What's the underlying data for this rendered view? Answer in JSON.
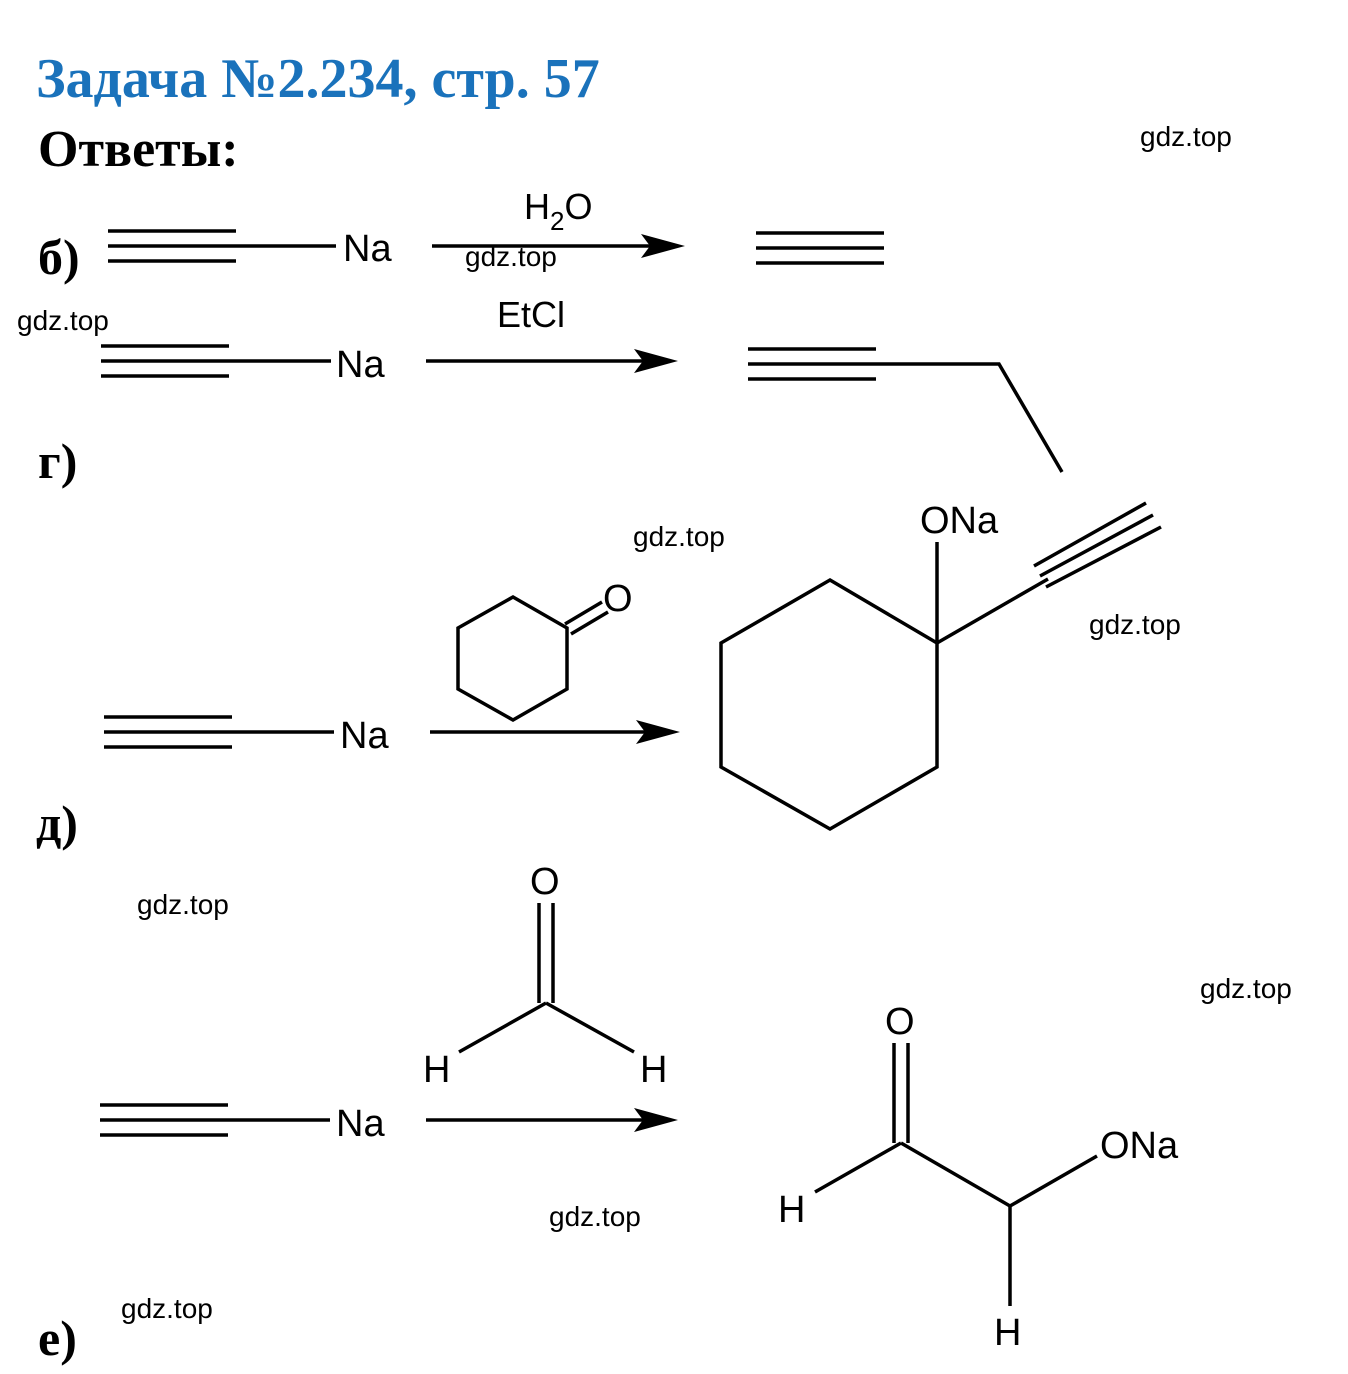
{
  "header": {
    "title": "Задача №2.234, стр. 57",
    "subtitle": "Ответы:"
  },
  "reactions": {
    "b": {
      "label": "б)",
      "reactant_atom": "Na",
      "reagent_main": "H",
      "reagent_sub": "2",
      "reagent_tail": "O"
    },
    "g": {
      "label": "г)",
      "reactant_atom": "Na",
      "reagent": "EtCl"
    },
    "d": {
      "label": "д)",
      "reactant_atom": "Na",
      "reagent_oxygen": "O",
      "product_group": "ONa"
    },
    "e": {
      "label": "е)",
      "reactant_atom": "Na",
      "reagent_oxygen": "O",
      "reagent_h_left": "H",
      "reagent_h_right": "H",
      "product_oxygen": "O",
      "product_h_left": "H",
      "product_group": "ONa",
      "product_h_bottom": "H"
    }
  },
  "watermarks": [
    "gdz.top",
    "gdz.top",
    "gdz.top",
    "gdz.top",
    "gdz.top",
    "gdz.top",
    "gdz.top",
    "gdz.top",
    "gdz.top"
  ]
}
